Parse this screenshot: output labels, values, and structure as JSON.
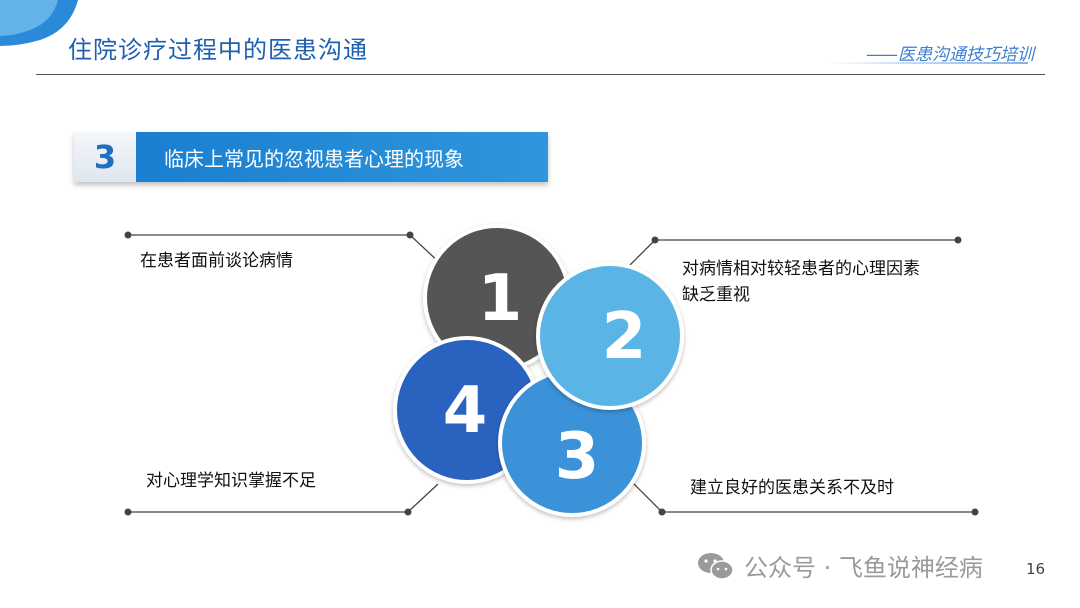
{
  "header": {
    "title": "住院诊疗过程中的医患沟通",
    "subtitle_dash": "——",
    "subtitle": "医患沟通技巧培训"
  },
  "section": {
    "number": "3",
    "heading": "临床上常见的忽视患者心理的现象"
  },
  "items": [
    {
      "number": "1",
      "text_line1": "在患者面前谈论病情",
      "color": "#555555"
    },
    {
      "number": "2",
      "text_line1": "对病情相对较轻患者的心理因素",
      "text_line2": "缺乏重视",
      "color": "#5ab4e6"
    },
    {
      "number": "3",
      "text_line1": "建立良好的医患关系不及时",
      "color": "#3b92d8"
    },
    {
      "number": "4",
      "text_line1": "对心理学知识掌握不足",
      "color": "#2a62c0"
    }
  ],
  "watermark": {
    "text": "公众号 · 飞鱼说神经病",
    "icon": "wechat-icon"
  },
  "page_number": "16"
}
